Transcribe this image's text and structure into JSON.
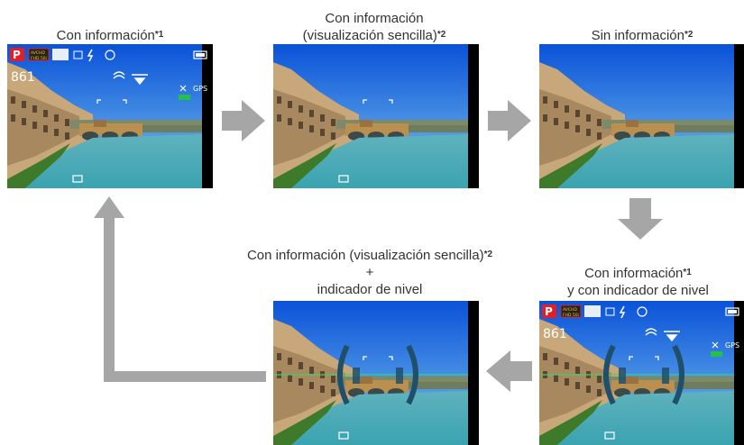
{
  "captions": {
    "c1": {
      "text": "Con información",
      "note": "*1"
    },
    "c2_line1": "Con información",
    "c2_line2": {
      "text": "(visualización sencilla)",
      "note": "*2"
    },
    "c3": {
      "text": "Sin información",
      "note": "*2"
    },
    "c4_line1": {
      "text": "Con información",
      "note": "*1"
    },
    "c4_line2": "y con indicador de nivel",
    "c5_line1": {
      "text": "Con información (visualización sencilla)",
      "note": "*2"
    },
    "c5_line2": "+",
    "c5_line3": "indicador de nivel"
  },
  "overlay": {
    "mode": "P",
    "quality_badge": "AVCHD FHD 50i",
    "shots_remaining": "861",
    "gps_label": "GPS",
    "battery_icon": "battery-icon",
    "stabilizer_icon": "stabilizer-icon",
    "af_frame_icon": "af-frame-icon",
    "card_icon": "card-icon"
  },
  "colors": {
    "arrow": "#a6a6a6",
    "mode_badge": "#e31e24",
    "level_arc": "#1f4f6b",
    "level_line": "#3fd06a",
    "sky_top": "#0a52d8",
    "river": "#3aa3b0"
  }
}
